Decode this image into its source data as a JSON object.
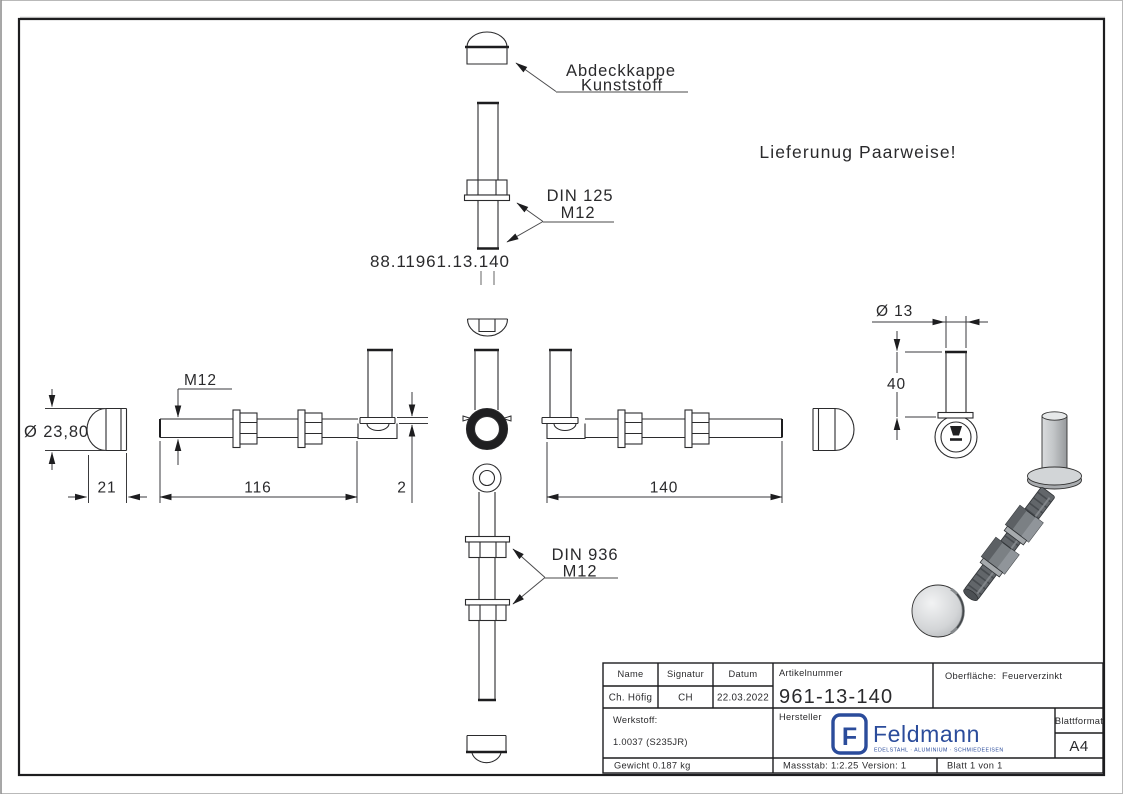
{
  "drawing": {
    "note": "Lieferunug Paarweise!",
    "part_number": "88.11961.13.140",
    "labels": {
      "cap_line1": "Abdeckkappe",
      "cap_line2": "Kunststoff",
      "washer_line1": "DIN 125",
      "washer_line2": "M12",
      "locknut_line1": "DIN 936",
      "locknut_line2": "M12"
    },
    "dims": {
      "cap_diameter": "Ø 23,80",
      "cap_length": "21",
      "thread": "M12",
      "thread_length": "116",
      "plate_thickness": "2",
      "total_length": "140",
      "tube_diameter": "Ø 13",
      "tube_height": "40"
    }
  },
  "title_block": {
    "headers": [
      "Name",
      "Signatur",
      "Datum"
    ],
    "values": [
      "Ch. Höfig",
      "CH",
      "22.03.2022"
    ],
    "artikelnummer_label": "Artikelnummer",
    "artikelnummer": "961-13-140",
    "oberflaeche_label": "Oberfläche:",
    "oberflaeche_value": "Feuerverzinkt",
    "werkstoff_label": "Werkstoff:",
    "werkstoff_value": "1.0037 (S235JR)",
    "hersteller_label": "Hersteller",
    "gewicht": "Gewicht 0.187 kg",
    "massstab": "Massstab: 1:2.25",
    "version": "Version: 1",
    "blatt": "Blatt 1 von 1",
    "blattformat_label": "Blattformat",
    "blattformat_value": "A4",
    "logo": {
      "mark": "F",
      "name": "Feldmann",
      "tagline": "EDELSTAHL · ALUMINIUM · SCHMIEDEEISEN"
    }
  },
  "colors": {
    "line": "#1d1d1f",
    "text": "#2a2a2c",
    "logo_blue": "#2b4c9b",
    "render_dark": "#62666a",
    "render_light": "#cfd2d4"
  }
}
